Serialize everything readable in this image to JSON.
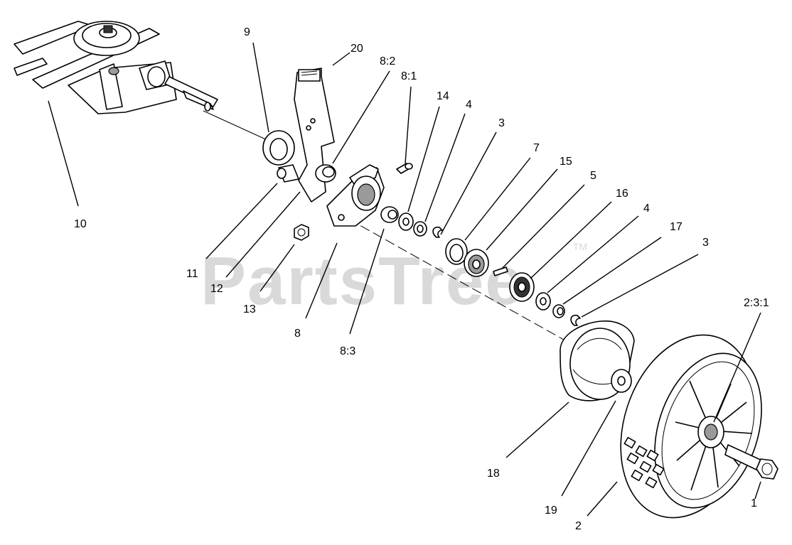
{
  "watermark": {
    "text": "PartsTree",
    "trademark": "TM"
  },
  "callouts": {
    "c9": "9",
    "c20": "20",
    "c8_2": "8:2",
    "c8_1": "8:1",
    "c14": "14",
    "c4a": "4",
    "c3a": "3",
    "c7": "7",
    "c15": "15",
    "c5": "5",
    "c16": "16",
    "c4b": "4",
    "c17": "17",
    "c3b": "3",
    "c10": "10",
    "c11": "11",
    "c12": "12",
    "c13": "13",
    "c8": "8",
    "c8_3": "8:3",
    "c2_3_1": "2:3:1",
    "c18": "18",
    "c19": "19",
    "c2": "2",
    "c1": "1"
  }
}
